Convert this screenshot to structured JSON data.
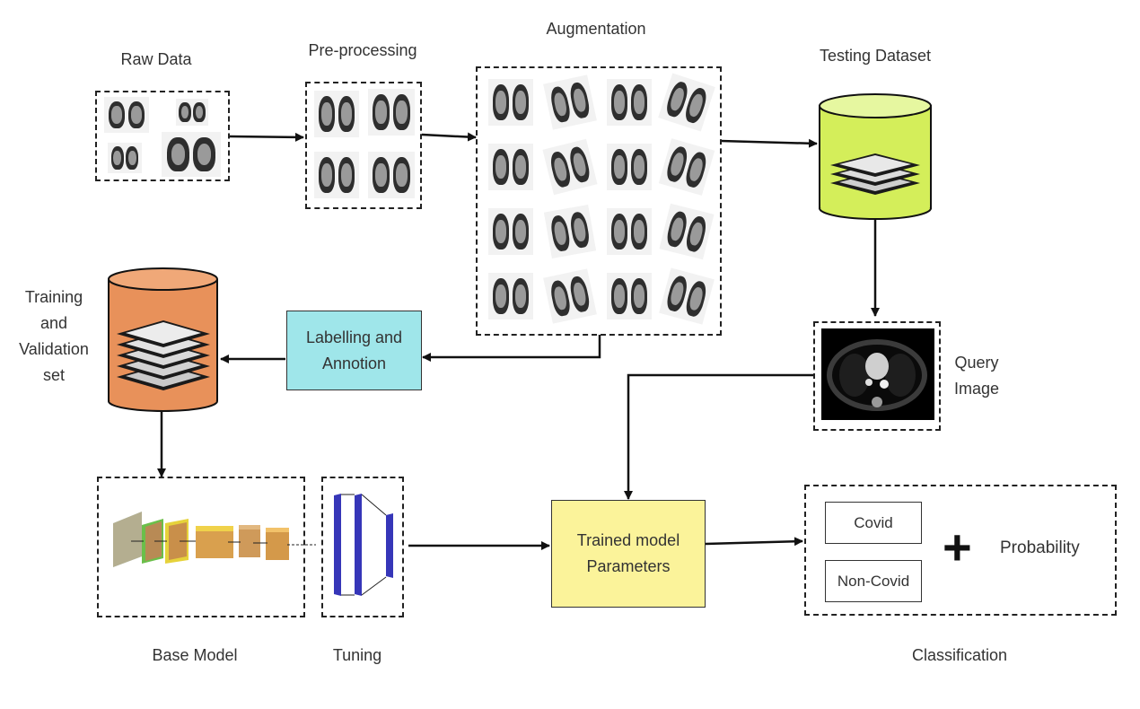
{
  "stages": {
    "raw_data": "Raw Data",
    "pre_processing": "Pre-processing",
    "augmentation": "Augmentation",
    "testing_dataset": "Testing Dataset",
    "training_set": [
      "Training",
      "and",
      "Validation",
      "set"
    ],
    "labelling": [
      "Labelling and",
      "Annotion"
    ],
    "query_image": [
      "Query",
      "Image"
    ],
    "trained_model": [
      "Trained model",
      "Parameters"
    ],
    "base_model": "Base Model",
    "tuning": "Tuning",
    "classification": "Classification"
  },
  "classification": {
    "covid": "Covid",
    "non_covid": "Non-Covid",
    "plus": "+",
    "probability": "Probability"
  },
  "colors": {
    "testing_db": "#d4ee5a",
    "training_db": "#e8915a",
    "labelling_box": "#9fe6ea",
    "trained_model_box": "#fbf39a",
    "tuning_layers": "#3636b8"
  }
}
